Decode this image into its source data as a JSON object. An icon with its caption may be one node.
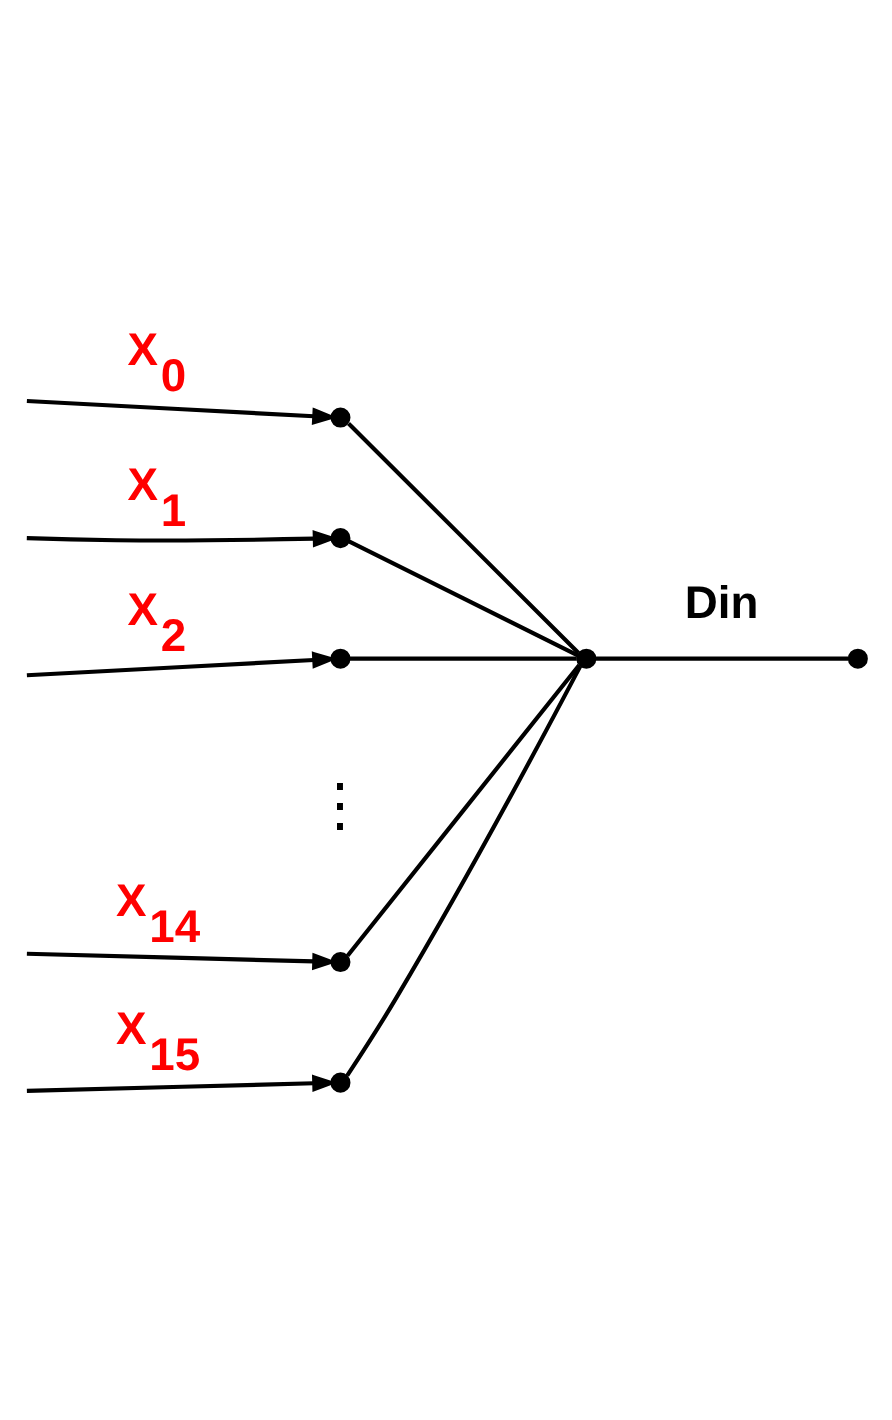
{
  "diagram": {
    "nodes": [
      {
        "text": [],
        "shape": "circle"
      },
      {
        "text": [],
        "shape": "circle"
      },
      {
        "text": [],
        "shape": "circle"
      },
      {
        "text": [],
        "shape": "circle"
      },
      {
        "text": [],
        "shape": "circle"
      },
      {
        "text": [],
        "shape": "circle"
      },
      {
        "text": [],
        "shape": "circle"
      }
    ],
    "edges": [
      {
        "from": null,
        "to": 0,
        "arrow": "to",
        "label": "X$_{0}$"
      },
      {
        "from": null,
        "to": 1,
        "arrow": "to",
        "label": "X$_{1}$"
      },
      {
        "from": null,
        "to": 2,
        "arrow": "to",
        "label": "X$_{2}$"
      },
      {
        "from": null,
        "to": 3,
        "arrow": "to",
        "label": "X$_{14}$"
      },
      {
        "from": null,
        "to": 4,
        "arrow": "to",
        "label": "X$_{15}$"
      },
      {
        "from": 0,
        "to": 5,
        "arrow": "none"
      },
      {
        "from": 1,
        "to": 5,
        "arrow": "none"
      },
      {
        "from": 2,
        "to": 5,
        "arrow": "none"
      },
      {
        "from": 3,
        "to": 5,
        "arrow": "none"
      },
      {
        "from": 4,
        "to": 5,
        "arrow": "none"
      },
      {
        "from": 5,
        "to": 6,
        "arrow": "none",
        "label": "Din"
      }
    ],
    "labels": [
      "⋮"
    ]
  }
}
